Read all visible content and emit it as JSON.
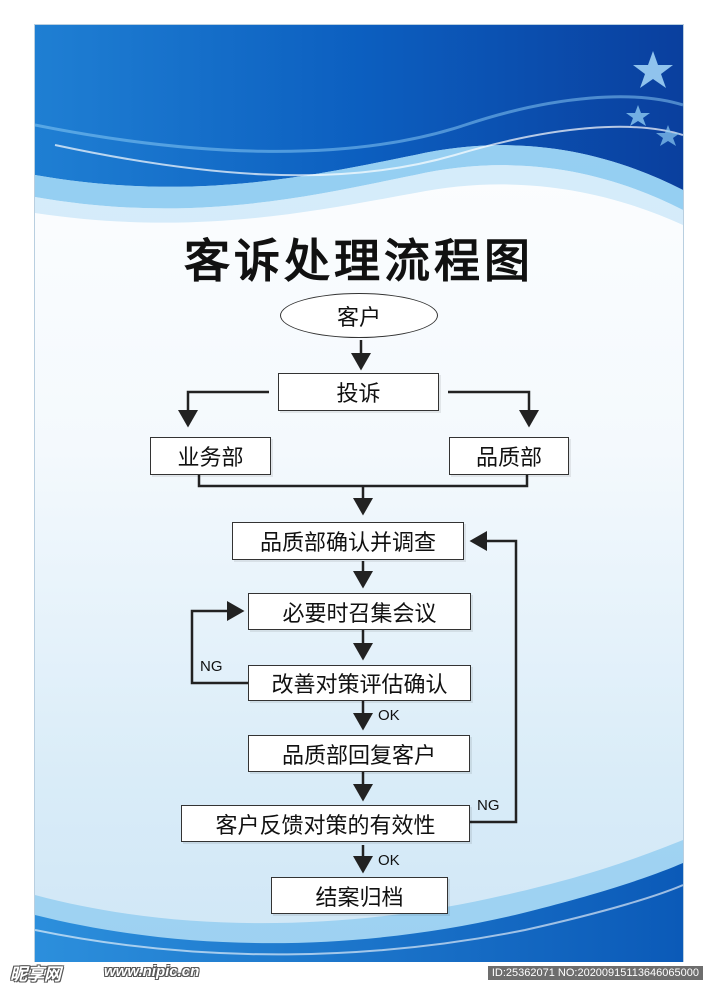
{
  "title": "客诉处理流程图",
  "nodes": {
    "customer": "客户",
    "complaint": "投诉",
    "sales_dept": "业务部",
    "quality_dept": "品质部",
    "confirm_investigate": "品质部确认并调查",
    "convene_meeting": "必要时召集会议",
    "evaluate_measures": "改善对策评估确认",
    "reply_customer": "品质部回复客户",
    "customer_feedback": "客户反馈对策的有效性",
    "close_case": "结案归档"
  },
  "edge_labels": {
    "ng_left": "NG",
    "ok_1": "OK",
    "ng_right": "NG",
    "ok_2": "OK"
  },
  "watermark": {
    "brand": "昵享网",
    "url": "www.nipic.cn",
    "id": "ID:25362071 NO:20200915113646065000"
  },
  "colors": {
    "deep_blue": "#0a56b8",
    "mid_blue": "#1e86d6",
    "light_blue": "#7cc3ef",
    "line": "#222222"
  }
}
